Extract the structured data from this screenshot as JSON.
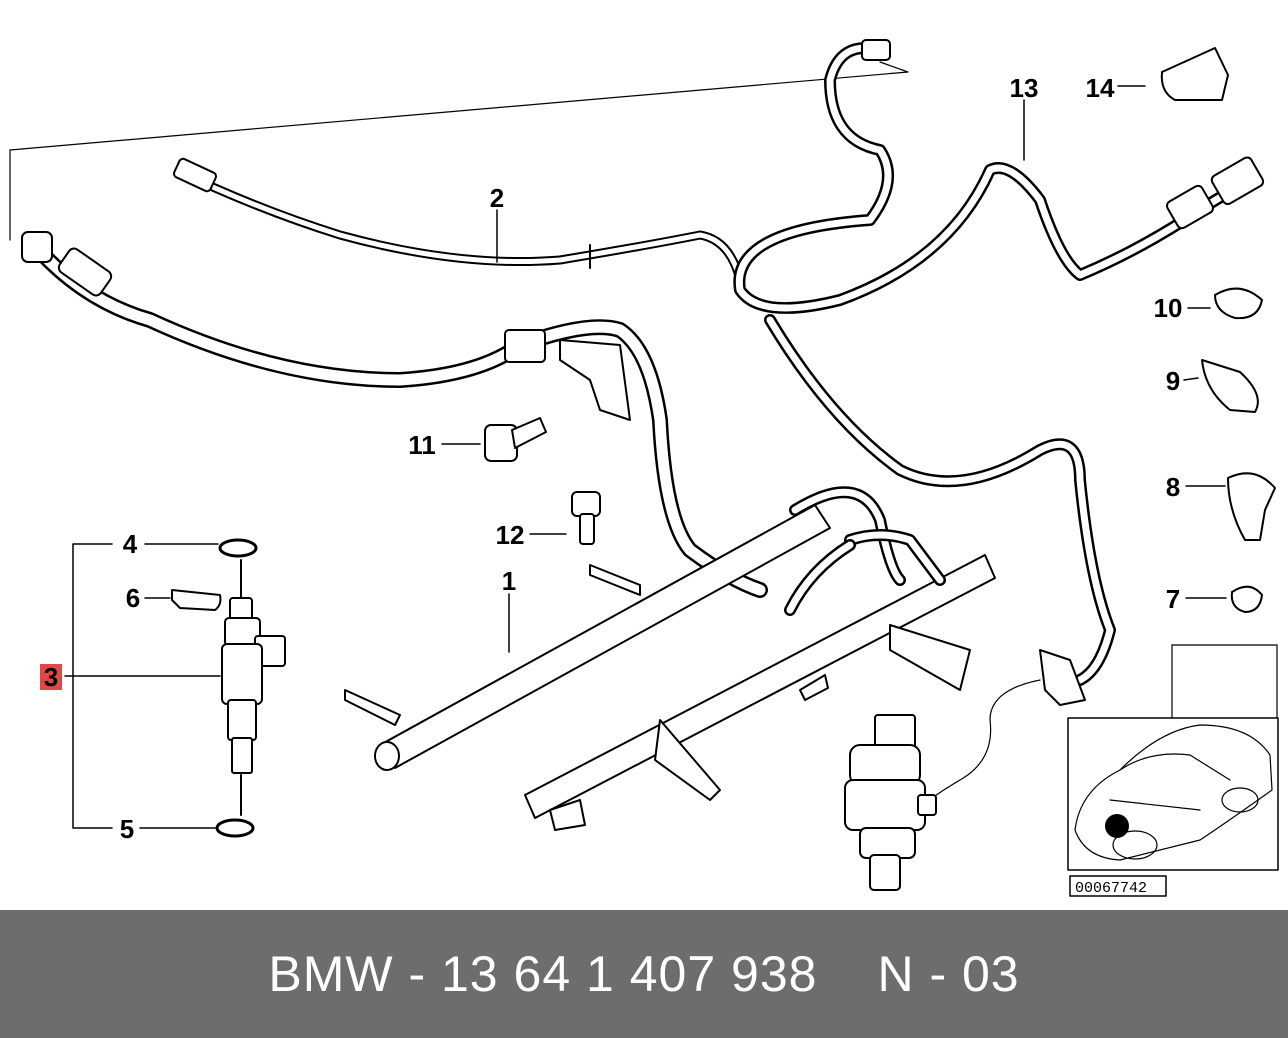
{
  "diagram": {
    "reference_number": "00067742",
    "callouts": [
      {
        "id": "1",
        "label": "1"
      },
      {
        "id": "2",
        "label": "2"
      },
      {
        "id": "3",
        "label": "3",
        "highlight": true
      },
      {
        "id": "4",
        "label": "4"
      },
      {
        "id": "5",
        "label": "5"
      },
      {
        "id": "6",
        "label": "6"
      },
      {
        "id": "7",
        "label": "7"
      },
      {
        "id": "8",
        "label": "8"
      },
      {
        "id": "9",
        "label": "9"
      },
      {
        "id": "10",
        "label": "10"
      },
      {
        "id": "11",
        "label": "11"
      },
      {
        "id": "12",
        "label": "12"
      },
      {
        "id": "13",
        "label": "13"
      },
      {
        "id": "14",
        "label": "14"
      }
    ],
    "highlight_color": "#e04848",
    "line_color": "#000000"
  },
  "footer": {
    "part_number": "BMW - 13 64 1 407 938",
    "position_code": "N - 03",
    "background_color": "#6d6d6d"
  }
}
